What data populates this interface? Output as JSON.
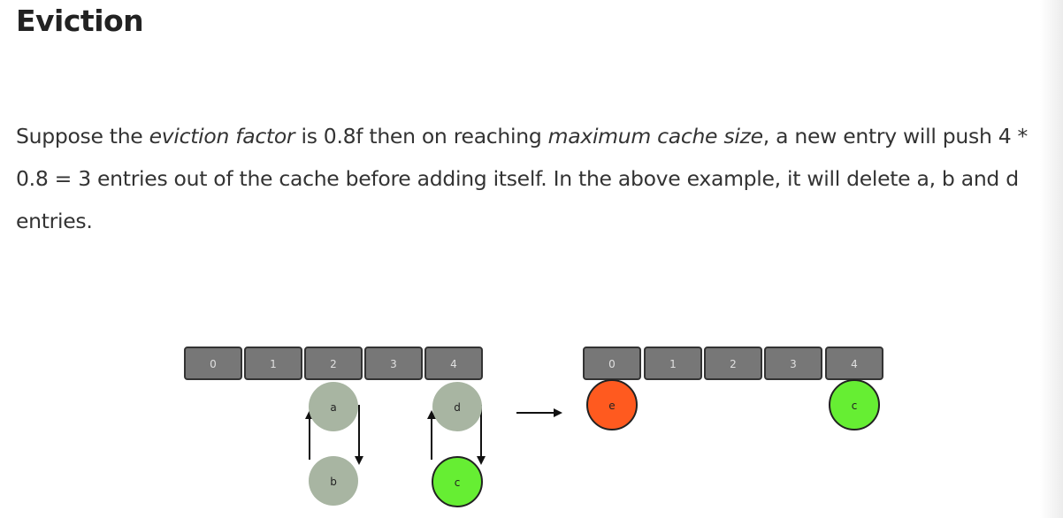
{
  "heading": "Eviction",
  "paragraph": {
    "part1": "Suppose the ",
    "term1": "eviction factor",
    "part2": " is 0.8f then on reaching ",
    "term2": "maximum cache size",
    "part3": ", a new entry will push 4 * 0.8 = 3 entries out of the cache before adding itself. In the above example, it will delete a, b and d entries."
  },
  "diagram": {
    "before": {
      "slots": [
        "0",
        "1",
        "2",
        "3",
        "4"
      ],
      "nodes": [
        {
          "label": "a",
          "slot": "2",
          "color": "#a8b5a2"
        },
        {
          "label": "b",
          "slot": "2",
          "color": "#a8b5a2"
        },
        {
          "label": "d",
          "slot": "4",
          "color": "#a8b5a2"
        },
        {
          "label": "c",
          "slot": "4",
          "color": "#66ee33"
        }
      ]
    },
    "after": {
      "slots": [
        "0",
        "1",
        "2",
        "3",
        "4"
      ],
      "nodes": [
        {
          "label": "e",
          "slot": "0",
          "color": "#ff5a1f"
        },
        {
          "label": "c",
          "slot": "4",
          "color": "#66ee33"
        }
      ]
    },
    "colors": {
      "slot_fill": "#777777",
      "slot_text": "#e0e0e0",
      "evicted": "#a8b5a2",
      "kept": "#66ee33",
      "new_entry": "#ff5a1f"
    }
  }
}
